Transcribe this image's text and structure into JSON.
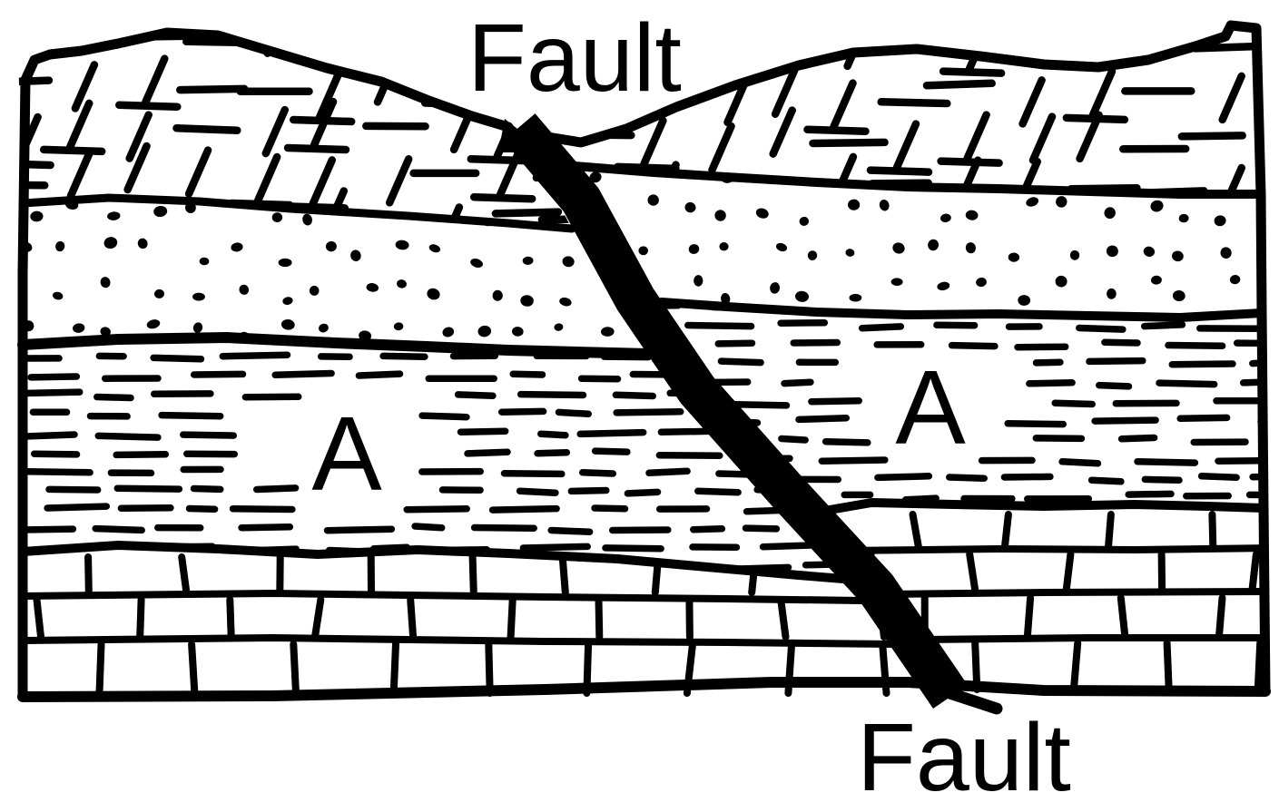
{
  "figure": {
    "title": "Geologic cross-section cut by a fault",
    "background": "#ffffff",
    "ink": "#000000",
    "labels": {
      "fault_top": "Fault",
      "fault_bottom": "Fault",
      "unit_left": "A",
      "unit_right": "A"
    },
    "layers": [
      {
        "name": "surface-layer",
        "pattern": "short-dashes-and-slashes"
      },
      {
        "name": "dotted-layer",
        "pattern": "dots"
      },
      {
        "name": "layer-A",
        "pattern": "horizontal-dashes",
        "label": "A"
      },
      {
        "name": "bottom-layer",
        "pattern": "brick-joints"
      }
    ],
    "fault": {
      "label": "Fault",
      "orientation": "dips-right-from-upper-left-to-lower-right"
    }
  }
}
